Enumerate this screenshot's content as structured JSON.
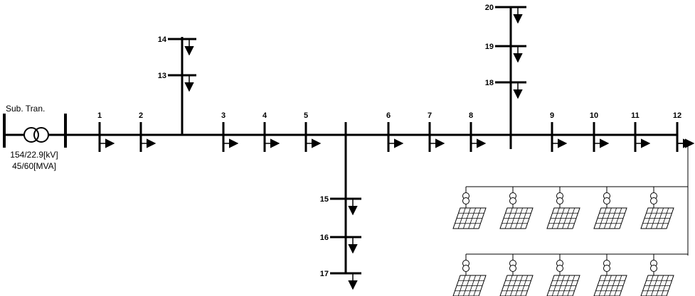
{
  "substation": {
    "label": "Sub. Tran.",
    "voltage": "154/22.9[kV]",
    "capacity": "45/60[MVA]"
  },
  "main_buses": [
    "1",
    "2",
    "3",
    "4",
    "5",
    "6",
    "7",
    "8",
    "9",
    "10",
    "11",
    "12"
  ],
  "branch_a": [
    "13",
    "14"
  ],
  "branch_b": [
    "15",
    "16",
    "17"
  ],
  "branch_c": [
    "18",
    "19",
    "20"
  ],
  "pv_rows": 2,
  "pv_per_row": 5,
  "colors": {
    "line": "#000000",
    "pv_panel": "#000000",
    "background": "#ffffff"
  }
}
